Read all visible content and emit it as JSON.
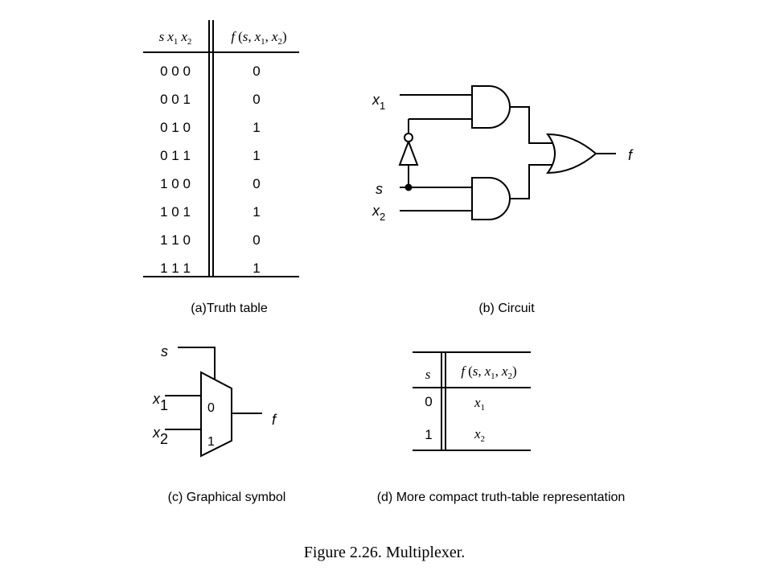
{
  "truth_table": {
    "header_inputs": {
      "s": "s",
      "x": "x",
      "sub1": "1",
      "sub2": "2"
    },
    "header_output": {
      "f": "f",
      "open": "(",
      "s": "s",
      "comma": ",",
      "x": "x",
      "sub1": "1",
      "sub2": "2",
      "close": ")"
    },
    "rows": [
      {
        "inputs": "0 0 0",
        "output": "0"
      },
      {
        "inputs": "0 0 1",
        "output": "0"
      },
      {
        "inputs": "0 1 0",
        "output": "1"
      },
      {
        "inputs": "0 1 1",
        "output": "1"
      },
      {
        "inputs": "1 0 0",
        "output": "0"
      },
      {
        "inputs": "1 0 1",
        "output": "1"
      },
      {
        "inputs": "1 1 0",
        "output": "0"
      },
      {
        "inputs": "1 1 1",
        "output": "1"
      }
    ],
    "caption": "(a)Truth table"
  },
  "circuit": {
    "x1": {
      "x": "x",
      "sub": "1"
    },
    "s": "s",
    "x2": {
      "x": "x",
      "sub": "2"
    },
    "f": "f",
    "caption": "(b) Circuit"
  },
  "symbol": {
    "s": "s",
    "x1": {
      "x": "x",
      "sub": "1"
    },
    "x2": {
      "x": "x",
      "sub": "2"
    },
    "in0": "0",
    "in1": "1",
    "f": "f",
    "caption": "(c) Graphical symbol"
  },
  "compact_table": {
    "header_s": "s",
    "header_f": {
      "f": "f",
      "open": "(",
      "s": "s",
      "comma": ",",
      "x": "x",
      "sub1": "1",
      "sub2": "2",
      "close": ")"
    },
    "rows": [
      {
        "s": "0",
        "x": "x",
        "sub": "1"
      },
      {
        "s": "1",
        "x": "x",
        "sub": "2"
      }
    ],
    "caption": "(d) More compact truth-table representation"
  },
  "figure_caption": "Figure 2.26.  Multiplexer."
}
